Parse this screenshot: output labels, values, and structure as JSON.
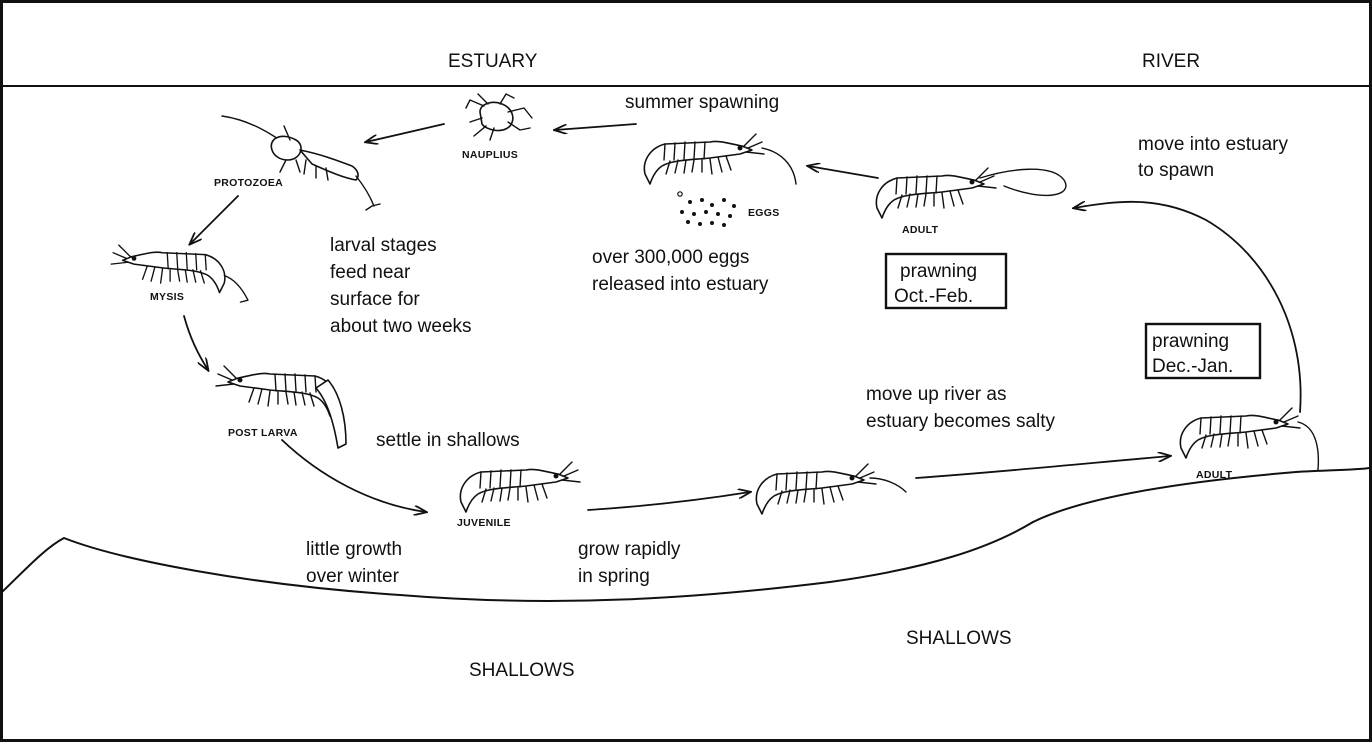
{
  "headers": {
    "estuary": "ESTUARY",
    "river": "RIVER"
  },
  "zones": {
    "shallows_left": "SHALLOWS",
    "shallows_right": "SHALLOWS"
  },
  "stages": {
    "nauplius": "NAUPLIUS",
    "protozoea": "PROTOZOEA",
    "mysis": "MYSIS",
    "post_larva": "POST LARVA",
    "juvenile": "JUVENILE",
    "eggs": "EGGS",
    "adult_top": "ADULT",
    "adult_right": "ADULT"
  },
  "notes": {
    "summer_spawning": "summer spawning",
    "move_into_estuary": [
      "move into estuary",
      "to spawn"
    ],
    "larval_stages": [
      "larval stages",
      "feed near",
      "surface for",
      "about two weeks"
    ],
    "eggs_released": [
      "over 300,000 eggs",
      "released into estuary"
    ],
    "settle": "settle in shallows",
    "move_up_river": [
      "move up river as",
      "estuary becomes salty"
    ],
    "little_growth": [
      "little growth",
      "over winter"
    ],
    "grow_rapidly": [
      "grow rapidly",
      "in spring"
    ]
  },
  "boxes": {
    "prawning_oct": [
      "prawning",
      "Oct.-Feb."
    ],
    "prawning_dec": [
      "prawning",
      "Dec.-Jan."
    ]
  }
}
